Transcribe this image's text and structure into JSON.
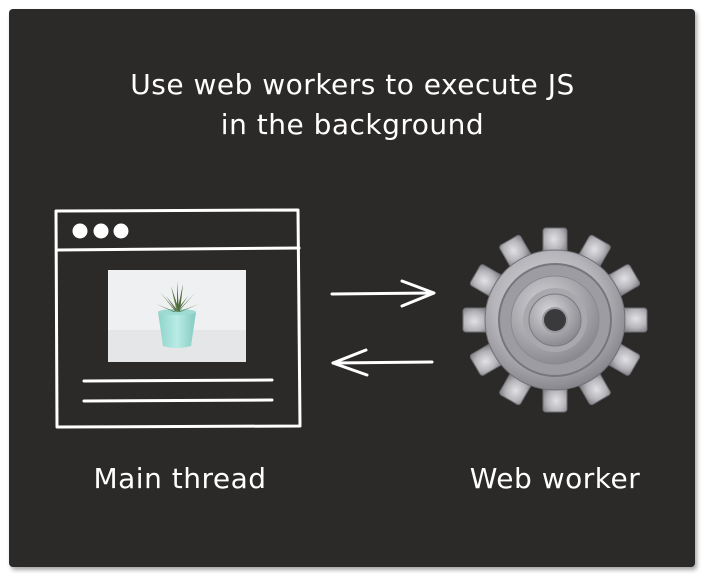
{
  "colors": {
    "background": "#2b2a29",
    "stroke": "#ffffff",
    "gear": "#b9b9bd",
    "pot": "#a9e3dc",
    "photo_bg": "#eef0f1"
  },
  "title": {
    "line1": "Use web workers to execute JS",
    "line2": "in the background"
  },
  "main_thread": {
    "label": "Main thread",
    "icon": "browser-window-icon",
    "image": "potted-plant-image"
  },
  "arrows": {
    "to_worker": "arrow-right-icon",
    "to_main": "arrow-left-icon"
  },
  "web_worker": {
    "label": "Web worker",
    "icon": "gear-icon"
  }
}
